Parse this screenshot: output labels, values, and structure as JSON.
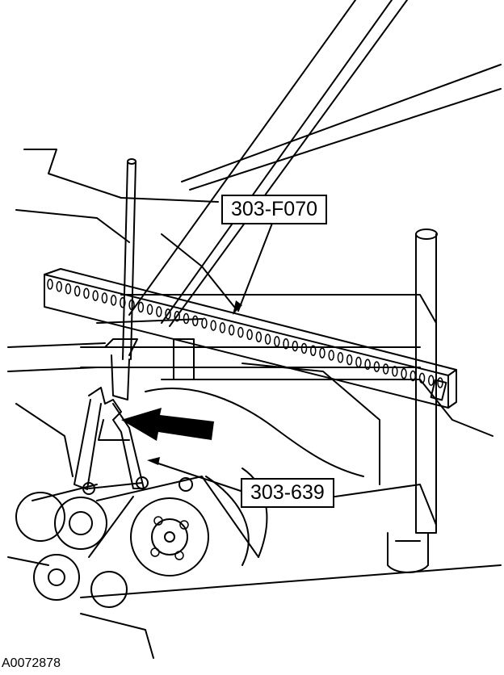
{
  "callouts": {
    "bar_tool": "303-F070",
    "lever_tool": "303-639"
  },
  "figure_id": "A0072878",
  "colors": {
    "ink": "#000000",
    "paper": "#ffffff"
  }
}
